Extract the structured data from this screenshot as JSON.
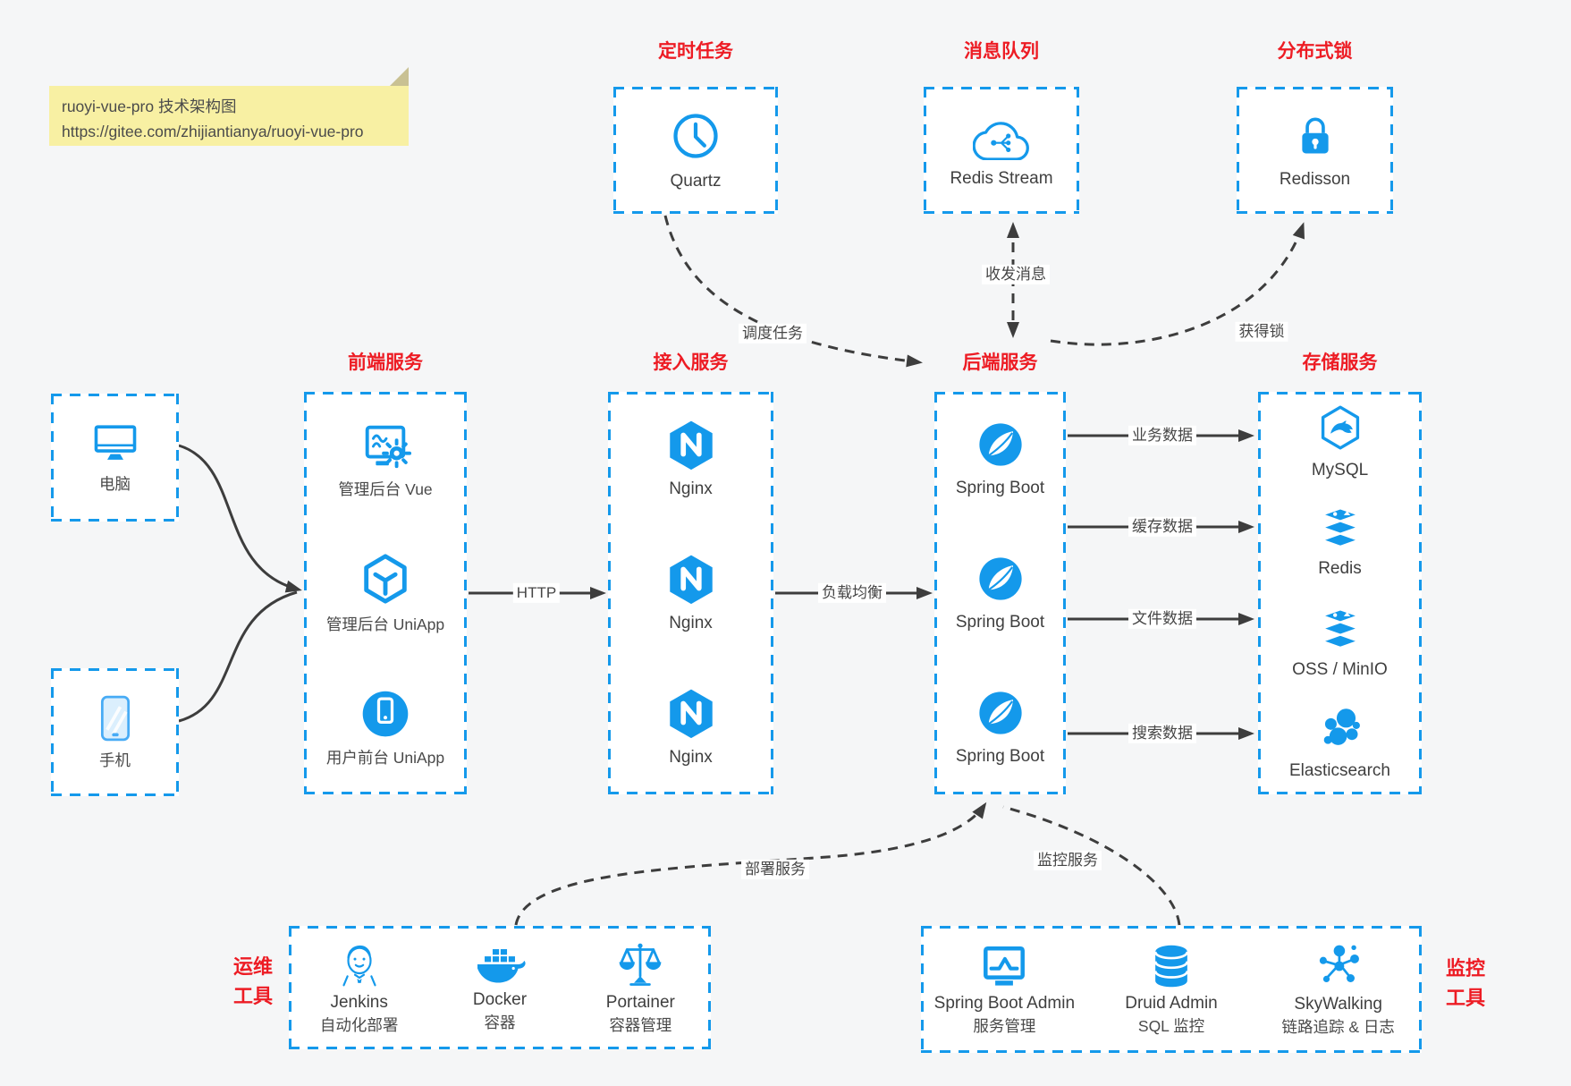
{
  "colors": {
    "accent": "#1499eb",
    "red": "#ed1c24",
    "canvas": "#f5f6f7",
    "arrow": "#3d3d3d",
    "label": "#4a4a4a",
    "note_bg": "#f8f0a3",
    "note_text": "#4b4b4b"
  },
  "note": {
    "line1": "ruoyi-vue-pro 技术架构图",
    "line2": "https://gitee.com/zhijiantianya/ruoyi-vue-pro"
  },
  "edges": {
    "http": "HTTP",
    "load_balance": "负载均衡",
    "schedule": "调度任务",
    "messaging": "收发消息",
    "acquire_lock": "获得锁",
    "business_data": "业务数据",
    "cache_data": "缓存数据",
    "file_data": "文件数据",
    "search_data": "搜索数据",
    "deploy": "部署服务",
    "monitor": "监控服务"
  },
  "boxes": {
    "timer": {
      "title": "定时任务",
      "items": [
        {
          "label": "Quartz",
          "icon": "clock"
        }
      ]
    },
    "mq": {
      "title": "消息队列",
      "items": [
        {
          "label": "Redis Stream",
          "icon": "cloud-share"
        }
      ]
    },
    "lock": {
      "title": "分布式锁",
      "items": [
        {
          "label": "Redisson",
          "icon": "padlock"
        }
      ]
    },
    "devices": {
      "items": [
        {
          "label": "电脑",
          "icon": "desktop"
        },
        {
          "label": "手机",
          "icon": "smartphone"
        }
      ]
    },
    "frontend": {
      "title": "前端服务",
      "items": [
        {
          "label": "管理后台 Vue",
          "icon": "admin-dashboard"
        },
        {
          "label": "管理后台 UniApp",
          "icon": "cube"
        },
        {
          "label": "用户前台 UniApp",
          "icon": "mobile-app"
        }
      ]
    },
    "gateway": {
      "title": "接入服务",
      "items": [
        {
          "label": "Nginx",
          "icon": "nginx"
        },
        {
          "label": "Nginx",
          "icon": "nginx"
        },
        {
          "label": "Nginx",
          "icon": "nginx"
        }
      ]
    },
    "backend": {
      "title": "后端服务",
      "items": [
        {
          "label": "Spring Boot",
          "icon": "spring"
        },
        {
          "label": "Spring Boot",
          "icon": "spring"
        },
        {
          "label": "Spring Boot",
          "icon": "spring"
        }
      ]
    },
    "storage": {
      "title": "存储服务",
      "items": [
        {
          "label": "MySQL",
          "icon": "mysql"
        },
        {
          "label": "Redis",
          "icon": "stack"
        },
        {
          "label": "OSS / MinIO",
          "icon": "stack"
        },
        {
          "label": "Elasticsearch",
          "icon": "elastic"
        }
      ]
    },
    "ops": {
      "title_line1": "运维",
      "title_line2": "工具",
      "items": [
        {
          "label": "Jenkins",
          "sublabel": "自动化部署",
          "icon": "jenkins"
        },
        {
          "label": "Docker",
          "sublabel": "容器",
          "icon": "docker"
        },
        {
          "label": "Portainer",
          "sublabel": "容器管理",
          "icon": "scales"
        }
      ]
    },
    "monitoring": {
      "title_line1": "监控",
      "title_line2": "工具",
      "items": [
        {
          "label": "Spring Boot Admin",
          "sublabel": "服务管理",
          "icon": "monitor-chart"
        },
        {
          "label": "Druid Admin",
          "sublabel": "SQL 监控",
          "icon": "database"
        },
        {
          "label": "SkyWalking",
          "sublabel": "链路追踪 & 日志",
          "icon": "network"
        }
      ]
    }
  }
}
